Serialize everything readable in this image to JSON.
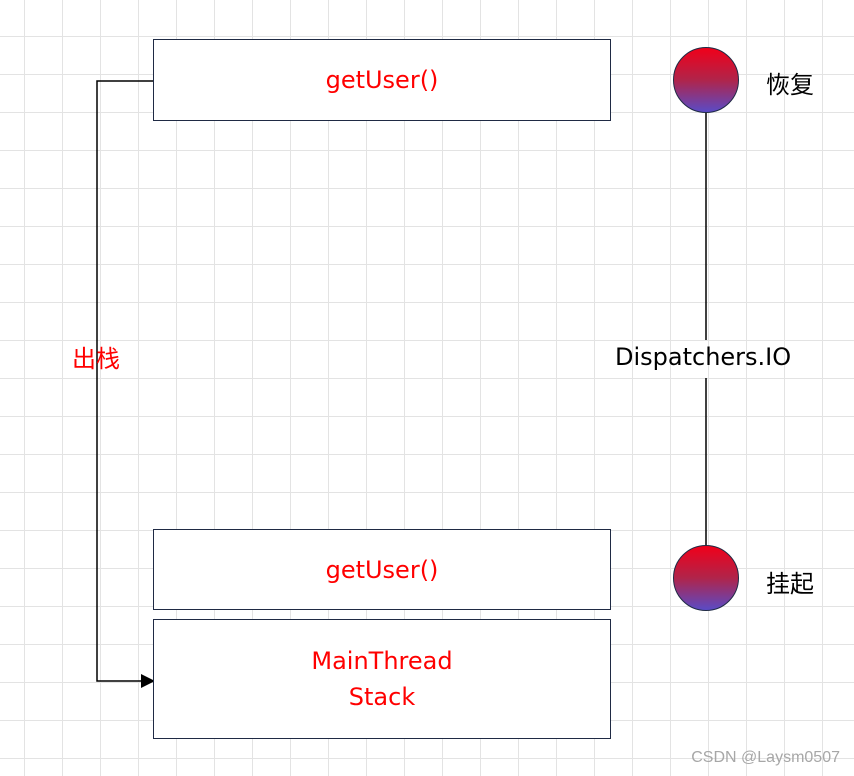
{
  "frames": {
    "top": "getUser()",
    "bottom": "getUser()",
    "stack_line1": "MainThread",
    "stack_line2": "Stack"
  },
  "pop_label": "出栈",
  "dispatcher_label": "Dispatchers.IO",
  "states": {
    "resume": "恢复",
    "suspend": "挂起"
  },
  "watermark": "CSDN @Laysm0507",
  "colors": {
    "frame_text": "#ff0000",
    "border": "#1f2a44",
    "circle_top": "#f0001a",
    "circle_bottom": "#5a4bc6"
  }
}
